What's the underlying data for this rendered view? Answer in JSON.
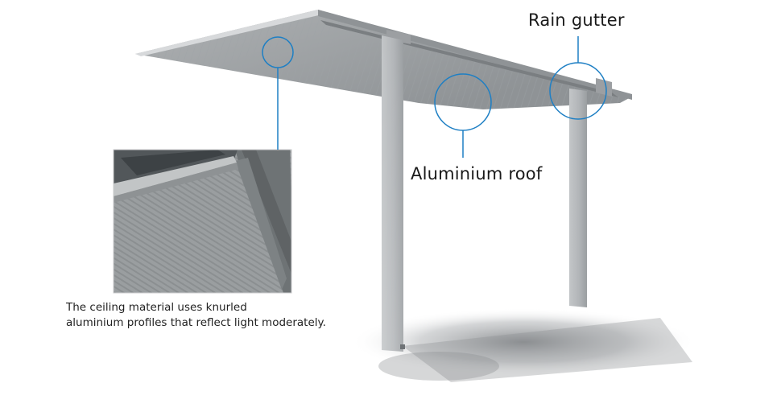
{
  "labels": {
    "rain_gutter": "Rain gutter",
    "aluminium_roof": "Aluminium roof"
  },
  "caption": {
    "line1": "The ceiling material uses knurled",
    "line2": "aluminium profiles that reflect light moderately."
  },
  "colors": {
    "callout": "#1e7fc4",
    "roof_top": "#b9bcbe",
    "roof_underside": "#a2a6a8",
    "post": "#b4b7b9",
    "shadow": "#8a8d90"
  },
  "icons": [
    "callout-circle-ceiling",
    "callout-circle-roof",
    "callout-circle-gutter"
  ]
}
